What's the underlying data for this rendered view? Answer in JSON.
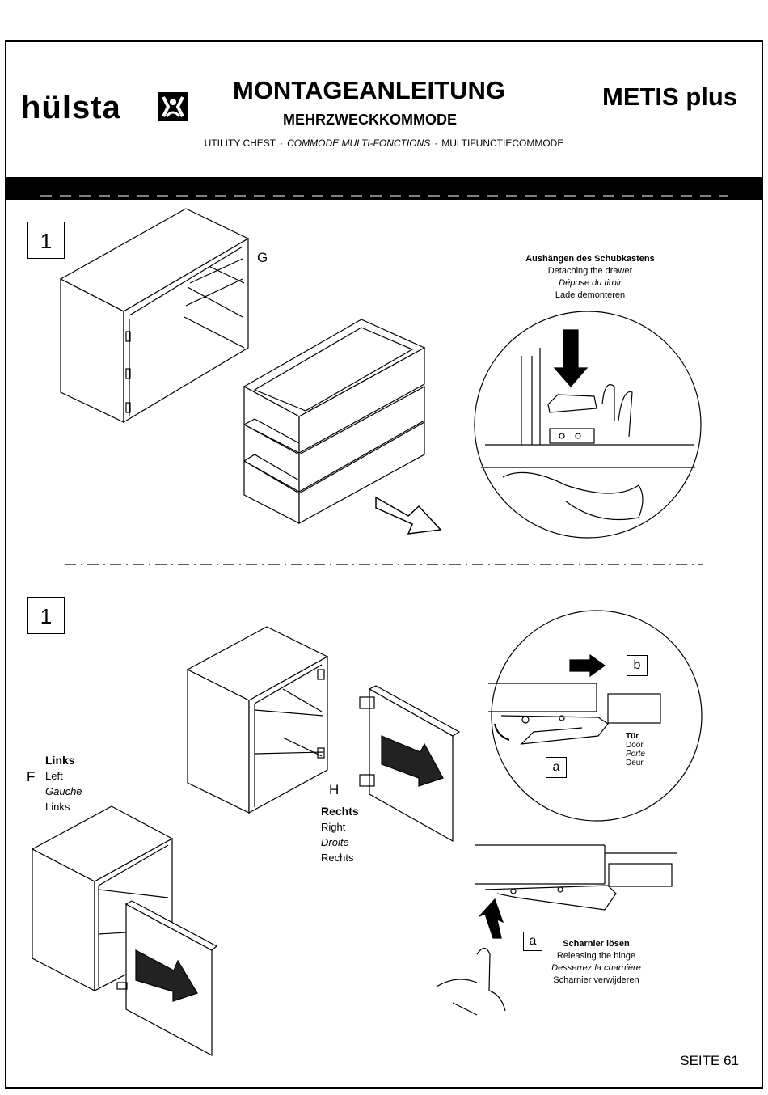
{
  "header": {
    "brand": "hülsta",
    "title": "MONTAGEANLEITUNG",
    "subtitle": "MEHRZWECKKOMMODE",
    "languages": [
      "UTILITY CHEST",
      "COMMODE MULTI-FONCTIONS",
      "MULTIFUNCTIECOMMODE"
    ],
    "product": "METIS plus"
  },
  "step1_top": {
    "step_number": "1",
    "part_label": "G",
    "caption": {
      "de": "Aushängen des Schubkastens",
      "en": "Detaching the drawer",
      "fr": "Dépose du tiroir",
      "nl": "Lade demonteren"
    }
  },
  "step1_bottom": {
    "step_number": "1",
    "left": {
      "part_label": "F",
      "de": "Links",
      "en": "Left",
      "fr": "Gauche",
      "nl": "Links"
    },
    "right": {
      "part_label": "H",
      "de": "Rechts",
      "en": "Right",
      "fr": "Droite",
      "nl": "Rechts"
    },
    "detail_labels": {
      "b": "b",
      "a": "a",
      "a2": "a"
    },
    "door": {
      "de": "Tür",
      "en": "Door",
      "fr": "Porte",
      "nl": "Deur"
    },
    "hinge_caption": {
      "de": "Scharnier lösen",
      "en": "Releasing the hinge",
      "fr": "Desserrez la charnière",
      "nl": "Scharnier verwijderen"
    }
  },
  "footer": {
    "page": "SEITE 61"
  }
}
